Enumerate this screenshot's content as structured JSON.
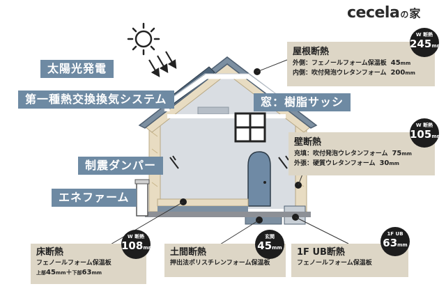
{
  "logo": {
    "wordmark": "cecela",
    "suffix": "の",
    "kanji": "家"
  },
  "labels": {
    "solar": "太陽光発電",
    "ventilation": "第一種熱交換換気システム",
    "window": "窓：樹脂サッシ",
    "damper": "制震ダンパー",
    "enefarm": "エネファーム"
  },
  "roof": {
    "title": "屋根断熱",
    "rows": [
      {
        "label": "外側：フェノールフォーム保温板",
        "value": "45",
        "unit": "mm"
      },
      {
        "label": "内側：吹付発泡ウレタンフォーム",
        "value": "200",
        "unit": "mm"
      }
    ],
    "badge": {
      "top": "W 断熱",
      "value": "245",
      "unit": "mm"
    }
  },
  "wall": {
    "title": "壁断熱",
    "rows": [
      {
        "label": "充填：吹付発泡ウレタンフォーム",
        "value": "75",
        "unit": "mm"
      },
      {
        "label": "外張：硬質ウレタンフォーム",
        "value": "30",
        "unit": "mm"
      }
    ],
    "badge": {
      "top": "W 断熱",
      "value": "105",
      "unit": "mm"
    }
  },
  "floor": {
    "title": "床断熱",
    "line1": "フェノールフォーム保温板",
    "line2_upper_label": "上部",
    "line2_upper_value": "45",
    "line2_upper_unit": "mm",
    "line2_plus": "＋",
    "line2_lower_label": "下部",
    "line2_lower_value": "63",
    "line2_lower_unit": "mm",
    "badge": {
      "top": "W 断熱",
      "value": "108",
      "unit": "mm"
    }
  },
  "earth": {
    "title": "土間断熱",
    "line1": "押出法ポリスチレンフォーム保温板",
    "badge": {
      "top": "玄関",
      "value": "45",
      "unit": "mm"
    }
  },
  "ub": {
    "title": "1F UB断熱",
    "line1": "フェノールフォーム保温板",
    "badge": {
      "top": "1F UB",
      "value": "63",
      "unit": "mm"
    }
  },
  "colors": {
    "label_bg": "#6e8aa3",
    "box_bg": "#ddd6c6",
    "badge_bg": "#1d1d1d",
    "roof": "#7c8fa1",
    "house_wall": "#d9dde2",
    "insulation": "#e8dcc2",
    "door": "#6f8aa5"
  }
}
